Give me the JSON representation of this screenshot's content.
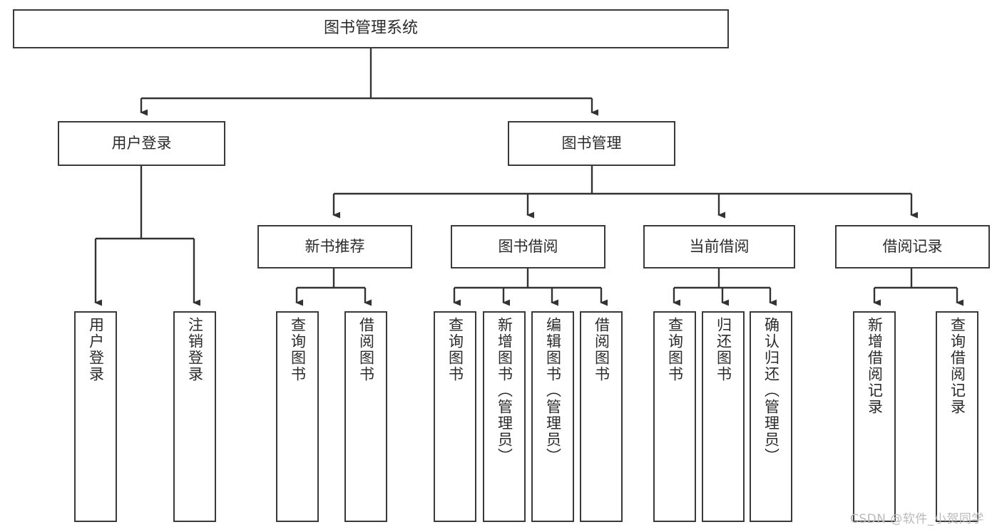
{
  "diagram": {
    "type": "tree-hierarchy",
    "title": "图书管理系统",
    "root": {
      "id": "root",
      "label": "图书管理系统",
      "orientation": "horizontal"
    },
    "level1": [
      {
        "id": "user-login",
        "label": "用户登录",
        "orientation": "horizontal"
      },
      {
        "id": "book-manage",
        "label": "图书管理",
        "orientation": "horizontal"
      }
    ],
    "level2": [
      {
        "id": "new-book-rec",
        "label": "新书推荐",
        "orientation": "horizontal",
        "parent": "book-manage"
      },
      {
        "id": "book-borrow",
        "label": "图书借阅",
        "orientation": "horizontal",
        "parent": "book-manage"
      },
      {
        "id": "current-borrow",
        "label": "当前借阅",
        "orientation": "horizontal",
        "parent": "book-manage"
      },
      {
        "id": "borrow-record",
        "label": "借阅记录",
        "orientation": "horizontal",
        "parent": "book-manage"
      }
    ],
    "leaves": [
      {
        "id": "leaf-user-login",
        "label": "用户登录",
        "orientation": "vertical",
        "parent": "user-login"
      },
      {
        "id": "leaf-logout",
        "label": "注销登录",
        "orientation": "vertical",
        "parent": "user-login"
      },
      {
        "id": "leaf-query-book-1",
        "label": "查询图书",
        "orientation": "vertical",
        "parent": "new-book-rec"
      },
      {
        "id": "leaf-borrow-book-1",
        "label": "借阅图书",
        "orientation": "vertical",
        "parent": "new-book-rec"
      },
      {
        "id": "leaf-query-book-2",
        "label": "查询图书",
        "orientation": "vertical",
        "parent": "book-borrow"
      },
      {
        "id": "leaf-add-book",
        "label": "新增图书（管理员）",
        "orientation": "vertical",
        "parent": "book-borrow"
      },
      {
        "id": "leaf-edit-book",
        "label": "编辑图书（管理员）",
        "orientation": "vertical",
        "parent": "book-borrow"
      },
      {
        "id": "leaf-borrow-book-2",
        "label": "借阅图书",
        "orientation": "vertical",
        "parent": "book-borrow"
      },
      {
        "id": "leaf-query-book-3",
        "label": "查询图书",
        "orientation": "vertical",
        "parent": "current-borrow"
      },
      {
        "id": "leaf-return-book",
        "label": "归还图书",
        "orientation": "vertical",
        "parent": "current-borrow"
      },
      {
        "id": "leaf-confirm-return",
        "label": "确认归还（管理员）",
        "orientation": "vertical",
        "parent": "current-borrow"
      },
      {
        "id": "leaf-add-record",
        "label": "新增借阅记录",
        "orientation": "vertical",
        "parent": "borrow-record"
      },
      {
        "id": "leaf-query-record",
        "label": "查询借阅记录",
        "orientation": "vertical",
        "parent": "borrow-record"
      }
    ],
    "colors": {
      "border": "#3a3a3a",
      "connector": "#333333",
      "background": "#ffffff",
      "text": "#2b2b2b",
      "watermark": "#b9b9b9"
    }
  },
  "watermark": {
    "text": "CSDN @软件_小贺同学"
  }
}
